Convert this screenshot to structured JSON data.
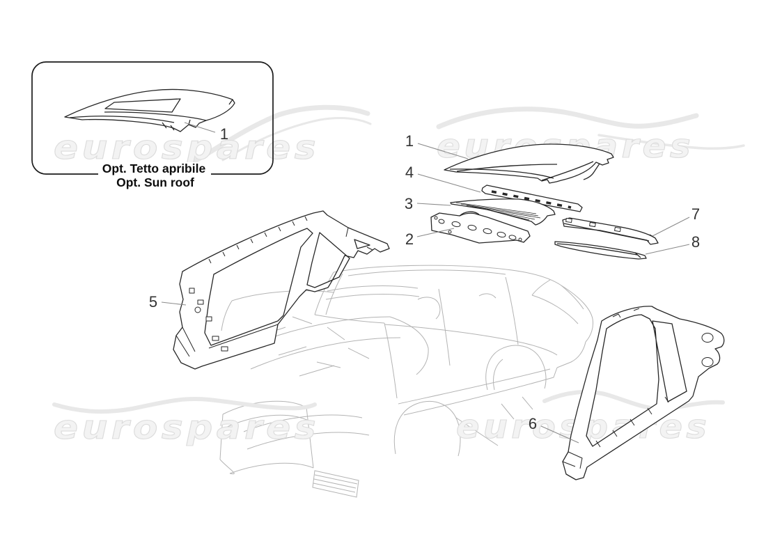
{
  "diagram": {
    "watermark_text": "eurospares",
    "inset": {
      "callout": "1",
      "caption_line1": "Opt. Tetto apribile",
      "caption_line2": "Opt. Sun roof"
    },
    "callouts": {
      "roof_panel": "1",
      "rear_crossmember": "2",
      "windshield_header": "3",
      "front_header_rail": "4",
      "left_side_frame": "5",
      "right_side_frame": "6",
      "upper_side_rail": "7",
      "lower_side_rail": "8"
    },
    "colors": {
      "part_line": "#262626",
      "faint_line": "#b3b3b3",
      "watermark_fill": "#f3f3f3",
      "watermark_outline": "#dcdcdc",
      "swoosh": "#e8e8e8",
      "leader": "#8a8a8a"
    }
  }
}
